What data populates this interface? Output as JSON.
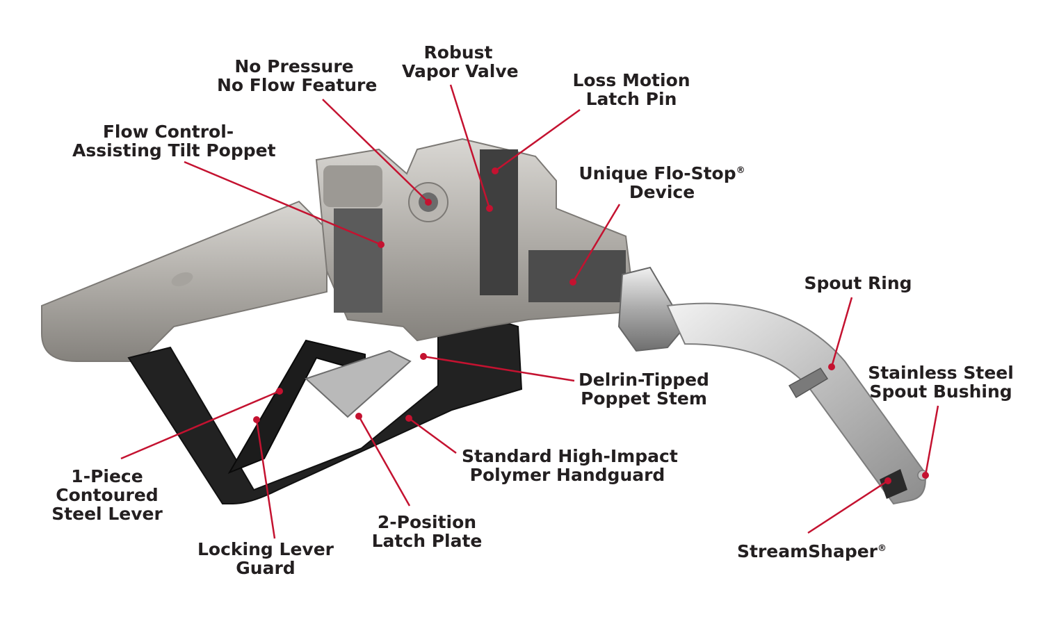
{
  "accent_color": "#c41230",
  "callouts": {
    "no_pressure": [
      "No Pressure",
      "No Flow Feature"
    ],
    "vapor_valve": [
      "Robust",
      "Vapor Valve"
    ],
    "loss_motion": [
      "Loss Motion",
      "Latch Pin"
    ],
    "flow_control": [
      "Flow Control-",
      "Assisting Tilt Poppet"
    ],
    "flo_stop": [
      "Unique Flo-Stop",
      "Device"
    ],
    "flo_stop_mark": "®",
    "spout_ring": [
      "Spout Ring"
    ],
    "stainless": [
      "Stainless Steel",
      "Spout Bushing"
    ],
    "delrin": [
      "Delrin-Tipped",
      "Poppet Stem"
    ],
    "handguard": [
      "Standard High-Impact",
      "Polymer Handguard"
    ],
    "lever": [
      "1-Piece",
      "Contoured",
      "Steel Lever"
    ],
    "latch_plate": [
      "2-Position",
      "Latch Plate"
    ],
    "locking_guard": [
      "Locking Lever",
      "Guard"
    ],
    "streamshaper": [
      "StreamShaper"
    ],
    "streamshaper_mark": "®"
  }
}
